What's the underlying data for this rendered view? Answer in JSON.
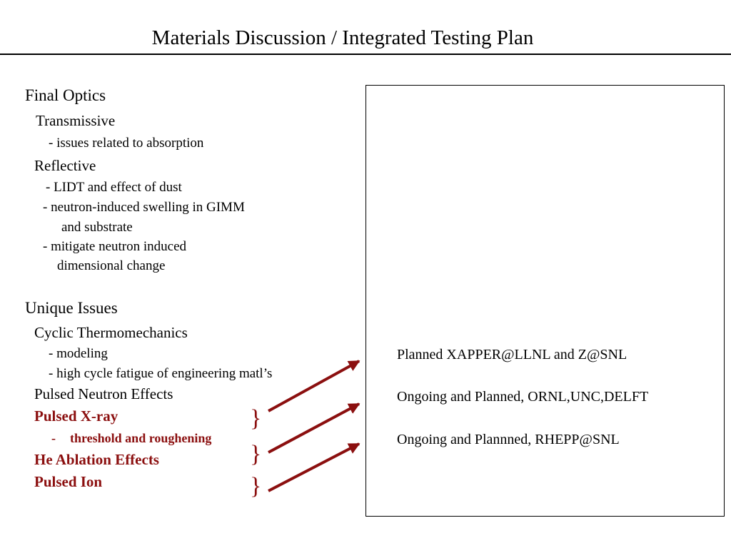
{
  "title": "Materials Discussion / Integrated Testing Plan",
  "outline": {
    "final_optics": "Final Optics",
    "transmissive": "Transmissive",
    "transmissive_issue": "- issues related to absorption",
    "reflective": "Reflective",
    "reflective_lidt": "-  LIDT and effect of dust",
    "reflective_swelling_1": "-  neutron-induced swelling in GIMM",
    "reflective_swelling_2": "and substrate",
    "reflective_mitigate_1": "-  mitigate neutron induced",
    "reflective_mitigate_2": "dimensional change",
    "unique_issues": "Unique Issues",
    "cyclic": "Cyclic Thermomechanics",
    "cyclic_modeling": "-  modeling",
    "cyclic_fatigue": "-  high cycle fatigue of engineering matl’s",
    "pulsed_neutron": "Pulsed Neutron Effects",
    "pulsed_xray": "Pulsed X-ray",
    "xray_dash": "-",
    "xray_threshold": "threshold and roughening",
    "he_ablation": "He Ablation Effects",
    "pulsed_ion": "Pulsed Ion"
  },
  "braces": [
    "}",
    "}",
    "}"
  ],
  "testing_box": {
    "line_1": "Planned XAPPER@LLNL and Z@SNL",
    "line_2": "Ongoing and Planned, ORNL,UNC,DELFT",
    "line_3": "Ongoing and Plannned, RHEPP@SNL"
  },
  "colors": {
    "highlight": "#8b0f0f",
    "text": "#000000"
  }
}
